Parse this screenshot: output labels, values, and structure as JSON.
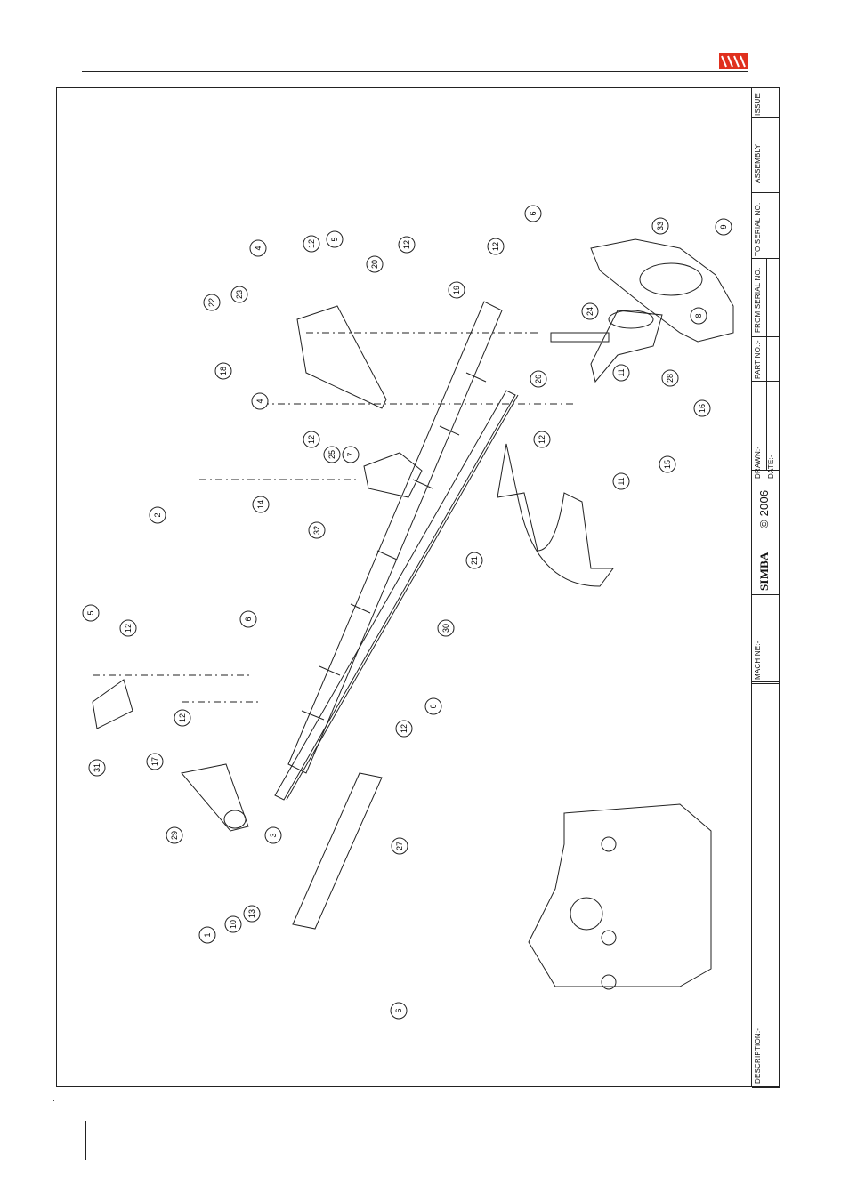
{
  "title_block": {
    "issue_label": "ISSUE",
    "assembly_label": "ASSEMBLY",
    "to_serial_label": "TO SERIAL NO.",
    "from_serial_label": "FROM SERIAL NO.",
    "part_no_label": "PART NO.:-",
    "drawn_label": "DRAWN:-",
    "date_label": "DATE:-",
    "brand": "SIMBA",
    "copyright": "© 2006",
    "machine_label": "MACHINE:-",
    "description_label": "DESCRIPTION:-"
  },
  "callouts": [
    "1",
    "2",
    "3",
    "4",
    "4",
    "5",
    "5",
    "6",
    "6",
    "6",
    "6",
    "7",
    "8",
    "9",
    "10",
    "11",
    "11",
    "12",
    "12",
    "12",
    "12",
    "12",
    "12",
    "12",
    "12",
    "13",
    "14",
    "15",
    "16",
    "17",
    "18",
    "19",
    "20",
    "21",
    "22",
    "23",
    "24",
    "25",
    "26",
    "27",
    "28",
    "29",
    "30",
    "31",
    "32",
    "33"
  ],
  "colors": {
    "line": "#222222",
    "logo_red": "#e0301e"
  }
}
